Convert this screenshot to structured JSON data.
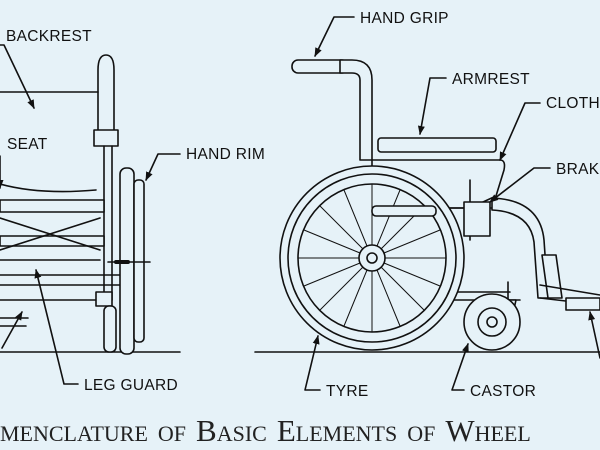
{
  "labels": {
    "backrest": "BACKREST",
    "seat": "SEAT",
    "hand_rim": "HAND RIM",
    "leg_guard": "LEG GUARD",
    "hand_grip": "HAND GRIP",
    "armrest": "ARMREST",
    "cloth": "CLOTH",
    "brake": "BRAKE",
    "tyre": "TYRE",
    "castor": "CASTOR"
  },
  "caption": {
    "w1_rest": "MENCLATURE",
    "w2": "OF",
    "w3_initial": "B",
    "w3_rest": "ASIC",
    "w4_initial": "E",
    "w4_rest": "LEMENTS",
    "w5": "OF",
    "w6_initial": "W",
    "w6_rest": "HEEL"
  },
  "colors": {
    "background": "#e6f2f8",
    "ink": "#111111"
  }
}
